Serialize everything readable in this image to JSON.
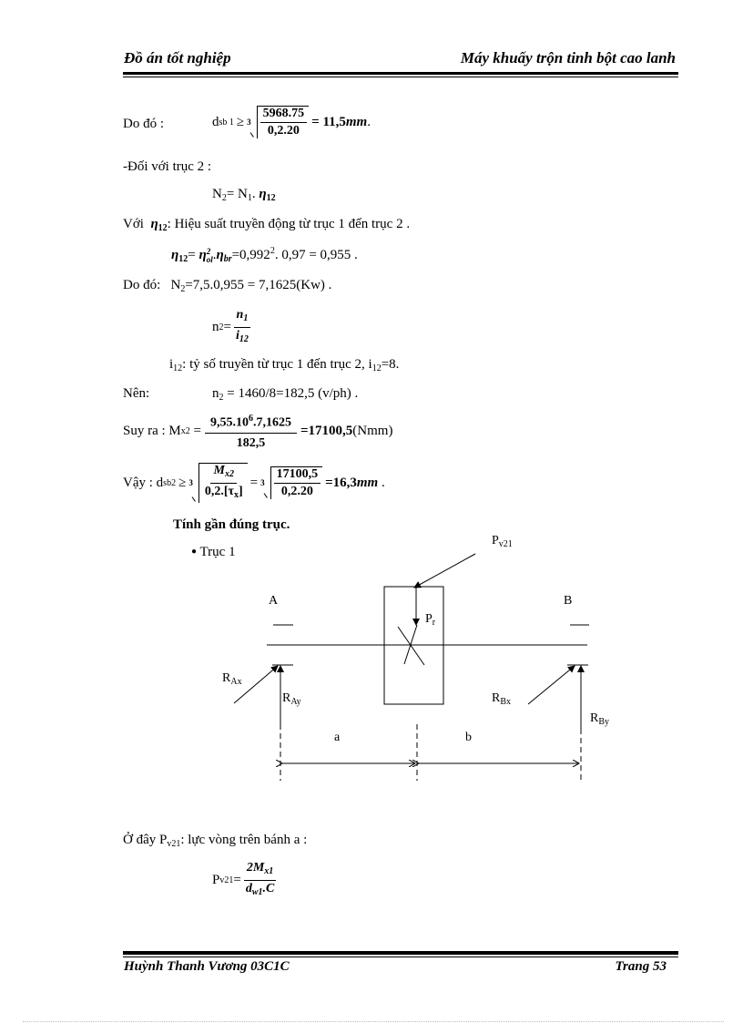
{
  "header": {
    "left": "Đồ án tốt nghiệp",
    "right": "Máy khuấy trộn tinh bột cao lanh"
  },
  "content": {
    "line1": {
      "label": "Do đó :",
      "lhs_var": "d",
      "lhs_sub": "sb 1",
      "op": "≥",
      "root_index": "3",
      "num": "5968.75",
      "den": "0,2.20",
      "result": "= 11,5",
      "unit": "mm",
      "end": "."
    },
    "line2": "-Đối với trục 2 :",
    "line3": {
      "lhs": "N",
      "lhs_sub": "2",
      "eq": "= N",
      "n1_sub": "1",
      "dot": ".",
      "eta": "η",
      "eta_sub": "12"
    },
    "line4": {
      "prefix": "Với",
      "eta": "η",
      "eta_sub": "12",
      "text": ": Hiệu suất truyền động từ trục 1 đến trục 2 ."
    },
    "line5": {
      "eta": "η",
      "eta_sub": "12",
      "eq": "=",
      "eta_ol": "η",
      "eta_ol_sup": "2",
      "eta_ol_sub": "ol",
      "eta_br": "η",
      "eta_br_sub": "br",
      "rest": "=0,992",
      "sup": "2",
      "tail": ". 0,97 = 0,955 ."
    },
    "line6": {
      "label": "Do đó:",
      "lhs": "N",
      "lhs_sub": "2",
      "rest": "=7,5.0,955 = 7,1625(Kw) ."
    },
    "line7": {
      "lhs": "n",
      "lhs_sub": "2",
      "eq": "=",
      "num": "n",
      "num_sub": "1",
      "den": "i",
      "den_sub": "12"
    },
    "line8": {
      "i": "i",
      "i_sub": "12",
      "text": ": tỷ số truyền từ trục 1 đến trục 2, i",
      "i2_sub": "12",
      "tail": "=8."
    },
    "line9": {
      "label": "Nên:",
      "lhs": "n",
      "lhs_sub": "2",
      "rest": "= 1460/8=182,5 (v/ph) ."
    },
    "line10": {
      "label": "Suy ra : M",
      "lhs_sub": "x2",
      "eq": "=",
      "num": "9,55.10",
      "num_sup": "6",
      "num_tail": ".7,1625",
      "den": "182,5",
      "result": "=17100,5",
      "unit": "(Nmm)"
    },
    "line11": {
      "label": "Vậy  : d",
      "lhs_sub": "sb2",
      "op": "≥",
      "root_index": "3",
      "num1": "M",
      "num1_sub": "x2",
      "den1": "0,2.[τ",
      "den1_sub": "x",
      "den1_tail": "]",
      "eq": "=",
      "num2": "17100,5",
      "den2": "0,2.20",
      "result": "=16,3",
      "unit": "mm",
      "end": "."
    },
    "section_title": "Tính gần đúng trục.",
    "bullet": "Trục 1",
    "diagram": {
      "label_pv21": "P",
      "label_pv21_sub": "v21",
      "label_pr": "P",
      "label_pr_sub": "r",
      "label_a_support": "A",
      "label_b_support": "B",
      "label_rax": "R",
      "label_rax_sub": "Ax",
      "label_ray": "R",
      "label_ray_sub": "Ay",
      "label_rbx": "R",
      "label_rbx_sub": "Bx",
      "label_rby": "R",
      "label_rby_sub": "By",
      "dim_a": "a",
      "dim_b": "b"
    },
    "line12": {
      "prefix": "Ở đây P",
      "sub": "v21",
      "text": ": lực vòng trên bánh  a :"
    },
    "line13": {
      "lhs": "P",
      "lhs_sub": "v21",
      "eq": "=",
      "num": "2M",
      "num_sub": "x1",
      "den": "d",
      "den_sub": "w1",
      "den_tail": ".C"
    }
  },
  "footer": {
    "left": "Huỳnh  Thanh Vương 03C1C",
    "right": "Trang 53"
  }
}
